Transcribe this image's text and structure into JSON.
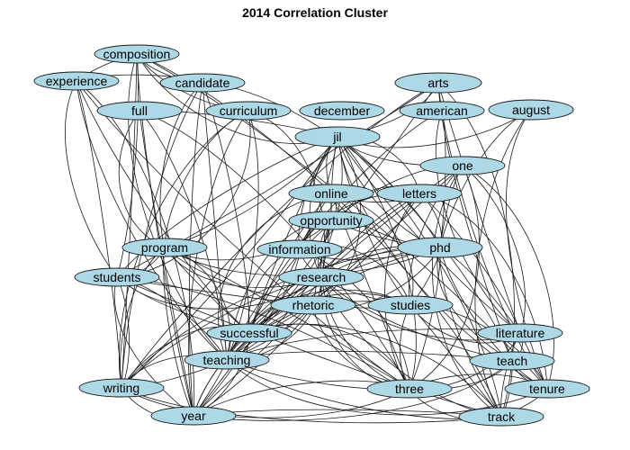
{
  "title": "2014 Correlation Cluster",
  "style": {
    "node_fill": "#add8e6",
    "edge_color": "#1a1a1a",
    "background": "#ffffff"
  },
  "nodes": [
    {
      "id": "composition",
      "label": "composition"
    },
    {
      "id": "experience",
      "label": "experience"
    },
    {
      "id": "candidate",
      "label": "candidate"
    },
    {
      "id": "arts",
      "label": "arts"
    },
    {
      "id": "full",
      "label": "full"
    },
    {
      "id": "curriculum",
      "label": "curriculum"
    },
    {
      "id": "december",
      "label": "december"
    },
    {
      "id": "american",
      "label": "american"
    },
    {
      "id": "august",
      "label": "august"
    },
    {
      "id": "jil",
      "label": "jil"
    },
    {
      "id": "one",
      "label": "one"
    },
    {
      "id": "online",
      "label": "online"
    },
    {
      "id": "letters",
      "label": "letters"
    },
    {
      "id": "opportunity",
      "label": "opportunity"
    },
    {
      "id": "program",
      "label": "program"
    },
    {
      "id": "information",
      "label": "information"
    },
    {
      "id": "phd",
      "label": "phd"
    },
    {
      "id": "students",
      "label": "students"
    },
    {
      "id": "research",
      "label": "research"
    },
    {
      "id": "rhetoric",
      "label": "rhetoric"
    },
    {
      "id": "studies",
      "label": "studies"
    },
    {
      "id": "successful",
      "label": "successful"
    },
    {
      "id": "literature",
      "label": "literature"
    },
    {
      "id": "teaching",
      "label": "teaching"
    },
    {
      "id": "teach",
      "label": "teach"
    },
    {
      "id": "writing",
      "label": "writing"
    },
    {
      "id": "three",
      "label": "three"
    },
    {
      "id": "tenure",
      "label": "tenure"
    },
    {
      "id": "year",
      "label": "year"
    },
    {
      "id": "track",
      "label": "track"
    }
  ],
  "edges": [
    [
      "composition",
      "experience"
    ],
    [
      "composition",
      "candidate"
    ],
    [
      "composition",
      "writing"
    ],
    [
      "composition",
      "year"
    ],
    [
      "composition",
      "teaching"
    ],
    [
      "composition",
      "students"
    ],
    [
      "composition",
      "curriculum"
    ],
    [
      "composition",
      "jil"
    ],
    [
      "composition",
      "tenure"
    ],
    [
      "composition",
      "track"
    ],
    [
      "experience",
      "teaching"
    ],
    [
      "experience",
      "writing"
    ],
    [
      "experience",
      "year"
    ],
    [
      "experience",
      "students"
    ],
    [
      "experience",
      "successful"
    ],
    [
      "experience",
      "candidate"
    ],
    [
      "experience",
      "three"
    ],
    [
      "candidate",
      "successful"
    ],
    [
      "candidate",
      "teaching"
    ],
    [
      "candidate",
      "writing"
    ],
    [
      "candidate",
      "year"
    ],
    [
      "candidate",
      "program"
    ],
    [
      "candidate",
      "phd"
    ],
    [
      "arts",
      "year"
    ],
    [
      "arts",
      "track"
    ],
    [
      "arts",
      "tenure"
    ],
    [
      "arts",
      "teach"
    ],
    [
      "arts",
      "writing"
    ],
    [
      "arts",
      "students"
    ],
    [
      "arts",
      "literature"
    ],
    [
      "arts",
      "jil"
    ],
    [
      "full",
      "year"
    ],
    [
      "full",
      "teaching"
    ],
    [
      "full",
      "jil"
    ],
    [
      "full",
      "program"
    ],
    [
      "full",
      "three"
    ],
    [
      "curriculum",
      "teaching"
    ],
    [
      "curriculum",
      "year"
    ],
    [
      "curriculum",
      "writing"
    ],
    [
      "curriculum",
      "students"
    ],
    [
      "curriculum",
      "program"
    ],
    [
      "curriculum",
      "research"
    ],
    [
      "american",
      "phd"
    ],
    [
      "american",
      "literature"
    ],
    [
      "american",
      "teaching"
    ],
    [
      "august",
      "tenure"
    ],
    [
      "august",
      "track"
    ],
    [
      "august",
      "jil"
    ],
    [
      "august",
      "phd"
    ],
    [
      "jil",
      "one"
    ],
    [
      "jil",
      "online"
    ],
    [
      "jil",
      "letters"
    ],
    [
      "jil",
      "opportunity"
    ],
    [
      "jil",
      "three"
    ],
    [
      "jil",
      "phd"
    ],
    [
      "jil",
      "year"
    ],
    [
      "jil",
      "teaching"
    ],
    [
      "jil",
      "research"
    ],
    [
      "jil",
      "studies"
    ],
    [
      "jil",
      "successful"
    ],
    [
      "jil",
      "information"
    ],
    [
      "jil",
      "rhetoric"
    ],
    [
      "jil",
      "students"
    ],
    [
      "jil",
      "program"
    ],
    [
      "jil",
      "writing"
    ],
    [
      "jil",
      "track"
    ],
    [
      "jil",
      "tenure"
    ],
    [
      "jil",
      "literature"
    ],
    [
      "jil",
      "teach"
    ],
    [
      "one",
      "three"
    ],
    [
      "one",
      "phd"
    ],
    [
      "one",
      "tenure"
    ],
    [
      "one",
      "track"
    ],
    [
      "one",
      "teaching"
    ],
    [
      "one",
      "successful"
    ],
    [
      "one",
      "year"
    ],
    [
      "one",
      "literature"
    ],
    [
      "one",
      "studies"
    ],
    [
      "online",
      "letters"
    ],
    [
      "online",
      "opportunity"
    ],
    [
      "online",
      "three"
    ],
    [
      "online",
      "research"
    ],
    [
      "online",
      "studies"
    ],
    [
      "online",
      "successful"
    ],
    [
      "online",
      "teaching"
    ],
    [
      "online",
      "information"
    ],
    [
      "online",
      "phd"
    ],
    [
      "letters",
      "three"
    ],
    [
      "letters",
      "phd"
    ],
    [
      "letters",
      "research"
    ],
    [
      "letters",
      "successful"
    ],
    [
      "letters",
      "teaching"
    ],
    [
      "letters",
      "opportunity"
    ],
    [
      "letters",
      "information"
    ],
    [
      "letters",
      "literature"
    ],
    [
      "letters",
      "tenure"
    ],
    [
      "opportunity",
      "research"
    ],
    [
      "opportunity",
      "information"
    ],
    [
      "opportunity",
      "successful"
    ],
    [
      "opportunity",
      "teaching"
    ],
    [
      "opportunity",
      "three"
    ],
    [
      "opportunity",
      "phd"
    ],
    [
      "opportunity",
      "rhetoric"
    ],
    [
      "opportunity",
      "program"
    ],
    [
      "program",
      "students"
    ],
    [
      "program",
      "research"
    ],
    [
      "program",
      "writing"
    ],
    [
      "program",
      "year"
    ],
    [
      "program",
      "teaching"
    ],
    [
      "program",
      "phd"
    ],
    [
      "program",
      "studies"
    ],
    [
      "program",
      "three"
    ],
    [
      "program",
      "successful"
    ],
    [
      "information",
      "research"
    ],
    [
      "information",
      "successful"
    ],
    [
      "information",
      "teaching"
    ],
    [
      "information",
      "three"
    ],
    [
      "information",
      "studies"
    ],
    [
      "information",
      "phd"
    ],
    [
      "phd",
      "three"
    ],
    [
      "phd",
      "research"
    ],
    [
      "phd",
      "studies"
    ],
    [
      "phd",
      "literature"
    ],
    [
      "phd",
      "teach"
    ],
    [
      "phd",
      "tenure"
    ],
    [
      "phd",
      "track"
    ],
    [
      "phd",
      "teaching"
    ],
    [
      "phd",
      "year"
    ],
    [
      "phd",
      "rhetoric"
    ],
    [
      "phd",
      "successful"
    ],
    [
      "phd",
      "writing"
    ],
    [
      "students",
      "writing"
    ],
    [
      "students",
      "year"
    ],
    [
      "students",
      "teaching"
    ],
    [
      "students",
      "research"
    ],
    [
      "students",
      "three"
    ],
    [
      "students",
      "successful"
    ],
    [
      "students",
      "rhetoric"
    ],
    [
      "students",
      "track"
    ],
    [
      "research",
      "rhetoric"
    ],
    [
      "research",
      "studies"
    ],
    [
      "research",
      "successful"
    ],
    [
      "research",
      "teaching"
    ],
    [
      "research",
      "three"
    ],
    [
      "research",
      "year"
    ],
    [
      "research",
      "writing"
    ],
    [
      "research",
      "literature"
    ],
    [
      "research",
      "teach"
    ],
    [
      "research",
      "track"
    ],
    [
      "rhetoric",
      "successful"
    ],
    [
      "rhetoric",
      "teaching"
    ],
    [
      "rhetoric",
      "three"
    ],
    [
      "rhetoric",
      "writing"
    ],
    [
      "rhetoric",
      "studies"
    ],
    [
      "rhetoric",
      "year"
    ],
    [
      "studies",
      "three"
    ],
    [
      "studies",
      "literature"
    ],
    [
      "studies",
      "teaching"
    ],
    [
      "studies",
      "tenure"
    ],
    [
      "studies",
      "track"
    ],
    [
      "studies",
      "successful"
    ],
    [
      "successful",
      "teaching"
    ],
    [
      "successful",
      "writing"
    ],
    [
      "successful",
      "year"
    ],
    [
      "successful",
      "three"
    ],
    [
      "successful",
      "track"
    ],
    [
      "literature",
      "teach"
    ],
    [
      "literature",
      "tenure"
    ],
    [
      "literature",
      "track"
    ],
    [
      "literature",
      "three"
    ],
    [
      "literature",
      "teaching"
    ],
    [
      "teaching",
      "writing"
    ],
    [
      "teaching",
      "year"
    ],
    [
      "teaching",
      "three"
    ],
    [
      "teaching",
      "teach"
    ],
    [
      "teaching",
      "tenure"
    ],
    [
      "teaching",
      "track"
    ],
    [
      "teach",
      "tenure"
    ],
    [
      "teach",
      "track"
    ],
    [
      "teach",
      "three"
    ],
    [
      "teach",
      "year"
    ],
    [
      "writing",
      "year"
    ],
    [
      "writing",
      "three"
    ],
    [
      "writing",
      "track"
    ],
    [
      "three",
      "tenure"
    ],
    [
      "three",
      "track"
    ],
    [
      "three",
      "year"
    ],
    [
      "tenure",
      "track"
    ],
    [
      "year",
      "track"
    ]
  ]
}
